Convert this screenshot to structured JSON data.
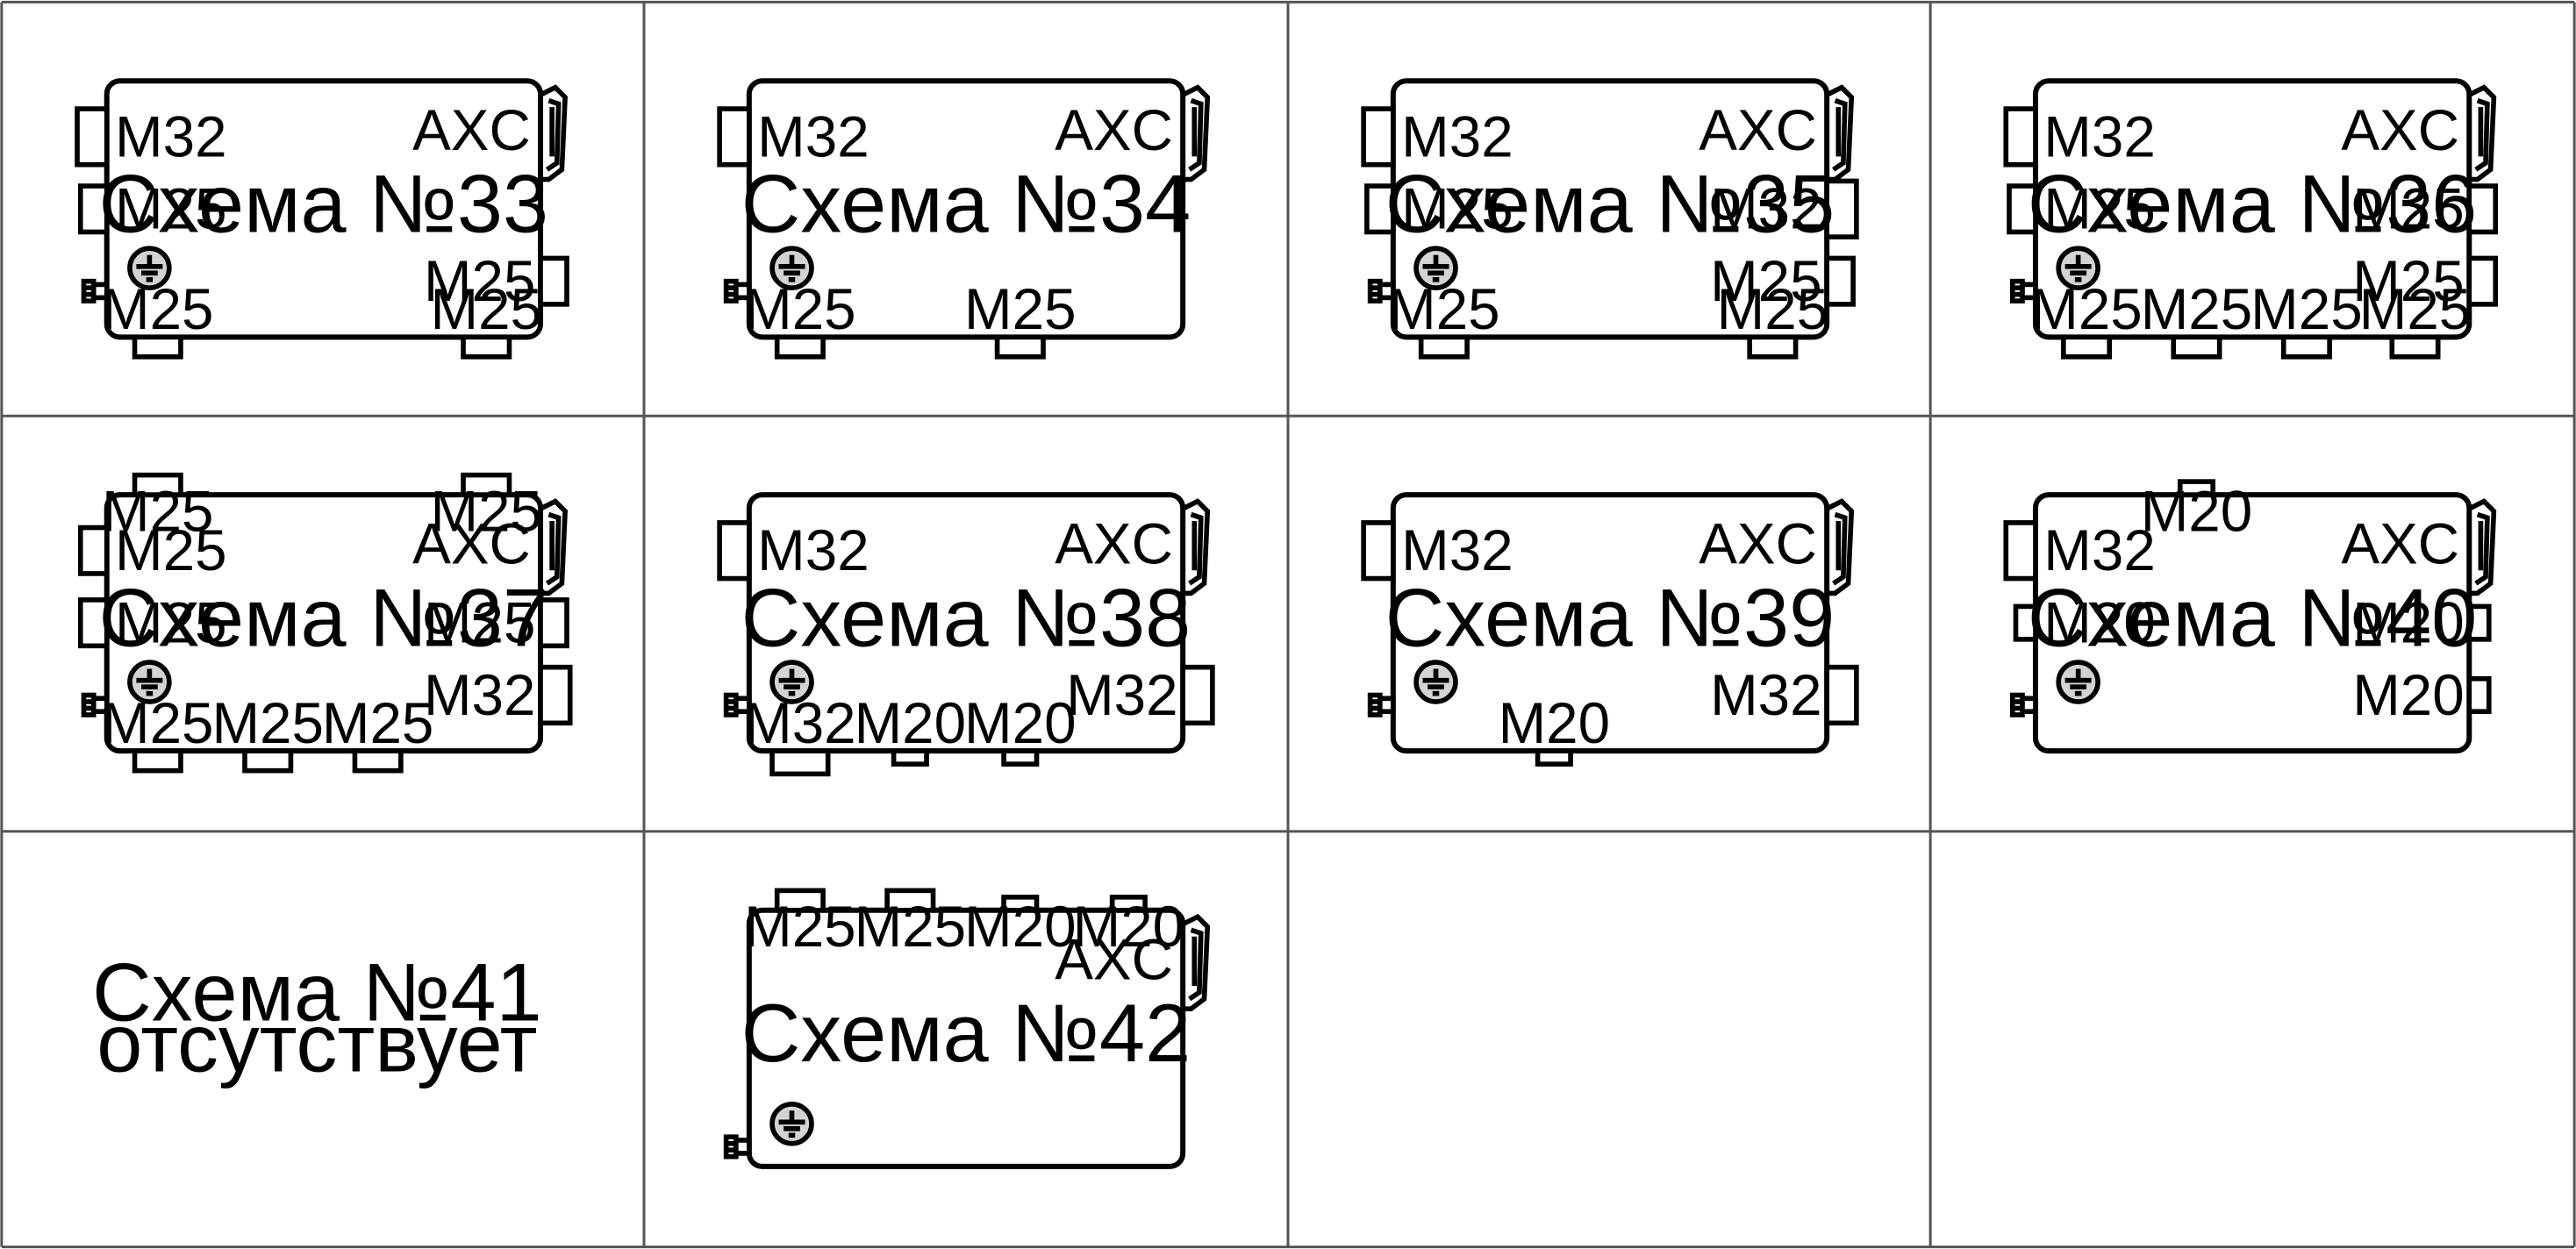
{
  "colors": {
    "line": "#000000",
    "grid": "#555555",
    "ground_fill": "#d3d3d3",
    "background": "#ffffff"
  },
  "icons": {
    "ground": "ground-icon",
    "gland": "cable-gland-icon",
    "switch": "axc-switch-icon"
  },
  "schemes": [
    {
      "title": "Схема №33",
      "ports": [
        {
          "side": "left",
          "pos": "top",
          "size": "large",
          "label": "M32"
        },
        {
          "side": "left",
          "pos": "mid",
          "size": "medium",
          "label": "M25"
        },
        {
          "side": "right",
          "pos": "low",
          "size": "medium",
          "label": "M25"
        },
        {
          "side": "bottom",
          "pos": "c1",
          "size": "medium",
          "label": "M25"
        },
        {
          "side": "bottom",
          "pos": "c4",
          "size": "medium",
          "label": "M25"
        }
      ],
      "axc": "AXC"
    },
    {
      "title": "Схема №34",
      "ports": [
        {
          "side": "left",
          "pos": "top",
          "size": "large",
          "label": "M32"
        },
        {
          "side": "bottom",
          "pos": "c1",
          "size": "medium",
          "label": "M25"
        },
        {
          "side": "bottom",
          "pos": "c3",
          "size": "medium",
          "label": "M25"
        }
      ],
      "axc": "AXC"
    },
    {
      "title": "Схема №35",
      "ports": [
        {
          "side": "left",
          "pos": "top",
          "size": "large",
          "label": "M32"
        },
        {
          "side": "left",
          "pos": "mid",
          "size": "medium",
          "label": "M25"
        },
        {
          "side": "right",
          "pos": "mid",
          "size": "large",
          "label": "M32"
        },
        {
          "side": "right",
          "pos": "low",
          "size": "medium",
          "label": "M25"
        },
        {
          "side": "bottom",
          "pos": "c1",
          "size": "medium",
          "label": "M25"
        },
        {
          "side": "bottom",
          "pos": "c4",
          "size": "medium",
          "label": "M25"
        }
      ],
      "axc": "AXC"
    },
    {
      "title": "Схема №36",
      "ports": [
        {
          "side": "left",
          "pos": "top",
          "size": "large",
          "label": "M32"
        },
        {
          "side": "left",
          "pos": "mid",
          "size": "medium",
          "label": "M25"
        },
        {
          "side": "right",
          "pos": "mid",
          "size": "medium",
          "label": "M25"
        },
        {
          "side": "right",
          "pos": "low",
          "size": "medium",
          "label": "M25"
        },
        {
          "side": "bottom",
          "pos": "c1",
          "size": "medium",
          "label": "M25"
        },
        {
          "side": "bottom",
          "pos": "c2",
          "size": "medium",
          "label": "M25"
        },
        {
          "side": "bottom",
          "pos": "c3",
          "size": "medium",
          "label": "M25"
        },
        {
          "side": "bottom",
          "pos": "c4",
          "size": "medium",
          "label": "M25"
        }
      ],
      "axc": "AXC"
    },
    {
      "title": "Схема №37",
      "ports": [
        {
          "side": "top",
          "pos": "c1",
          "size": "medium",
          "label": "M25"
        },
        {
          "side": "top",
          "pos": "c4",
          "size": "medium",
          "label": "M25"
        },
        {
          "side": "left",
          "pos": "top",
          "size": "medium",
          "label": "M25"
        },
        {
          "side": "left",
          "pos": "mid",
          "size": "medium",
          "label": "M25"
        },
        {
          "side": "right",
          "pos": "mid",
          "size": "medium",
          "label": "M25"
        },
        {
          "side": "right",
          "pos": "low",
          "size": "large",
          "label": "M32"
        },
        {
          "side": "bottom",
          "pos": "c1",
          "size": "medium",
          "label": "M25"
        },
        {
          "side": "bottom",
          "pos": "c2",
          "size": "medium",
          "label": "M25"
        },
        {
          "side": "bottom",
          "pos": "c3",
          "size": "medium",
          "label": "M25"
        }
      ],
      "axc": "AXC"
    },
    {
      "title": "Схема №38",
      "ports": [
        {
          "side": "left",
          "pos": "top",
          "size": "large",
          "label": "M32"
        },
        {
          "side": "right",
          "pos": "low",
          "size": "large",
          "label": "M32"
        },
        {
          "side": "bottom",
          "pos": "c1",
          "size": "large",
          "label": "M32"
        },
        {
          "side": "bottom",
          "pos": "c2",
          "size": "small",
          "label": "M20"
        },
        {
          "side": "bottom",
          "pos": "c3",
          "size": "small",
          "label": "M20"
        }
      ],
      "axc": "AXC"
    },
    {
      "title": "Схема №39",
      "ports": [
        {
          "side": "left",
          "pos": "top",
          "size": "large",
          "label": "M32"
        },
        {
          "side": "right",
          "pos": "low",
          "size": "large",
          "label": "M32"
        },
        {
          "side": "bottom",
          "pos": "c2",
          "size": "small",
          "label": "M20"
        }
      ],
      "axc": "AXC"
    },
    {
      "title": "Схема №40",
      "ports": [
        {
          "side": "top",
          "pos": "c2",
          "size": "small",
          "label": "M20"
        },
        {
          "side": "left",
          "pos": "top",
          "size": "large",
          "label": "M32"
        },
        {
          "side": "left",
          "pos": "mid",
          "size": "small",
          "label": "M20"
        },
        {
          "side": "right",
          "pos": "mid",
          "size": "small",
          "label": "M20"
        },
        {
          "side": "right",
          "pos": "low",
          "size": "small",
          "label": "M20"
        }
      ],
      "axc": "AXC"
    },
    {
      "title": "",
      "absent": true,
      "absent_line1": "Схема №41",
      "absent_line2": "отсутствует"
    },
    {
      "title": "Схема №42",
      "ports": [
        {
          "side": "top",
          "pos": "c1",
          "size": "medium",
          "label": "M25"
        },
        {
          "side": "top",
          "pos": "c2",
          "size": "medium",
          "label": "M25"
        },
        {
          "side": "top",
          "pos": "c3",
          "size": "small",
          "label": "M20"
        },
        {
          "side": "top",
          "pos": "c4",
          "size": "small",
          "label": "M20"
        }
      ],
      "axc": "AXC",
      "axc_low": true,
      "ground_low": true
    }
  ]
}
